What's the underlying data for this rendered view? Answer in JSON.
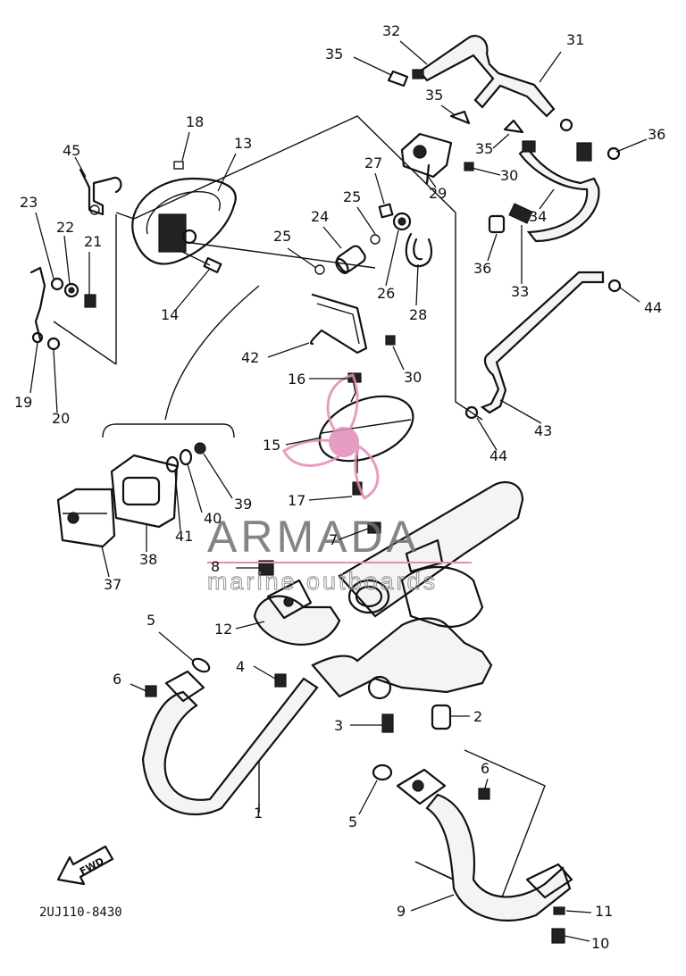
{
  "diagram": {
    "drawing_code": "2UJ110-8430",
    "fwd_label": "FWD",
    "colors": {
      "watermark_pink": "#e38bb8",
      "watermark_gray": "#6e6e6e",
      "ink": "#111111"
    }
  },
  "watermark": {
    "title": "ARMADA",
    "subtitle": "marine outboards"
  },
  "callouts": [
    {
      "id": "c32",
      "label": "32"
    },
    {
      "id": "c31",
      "label": "31"
    },
    {
      "id": "c35a",
      "label": "35"
    },
    {
      "id": "c35b",
      "label": "35"
    },
    {
      "id": "c35c",
      "label": "35"
    },
    {
      "id": "c36a",
      "label": "36"
    },
    {
      "id": "c30a",
      "label": "30"
    },
    {
      "id": "c29",
      "label": "29"
    },
    {
      "id": "c27",
      "label": "27"
    },
    {
      "id": "c25a",
      "label": "25"
    },
    {
      "id": "c24",
      "label": "24"
    },
    {
      "id": "c25b",
      "label": "25"
    },
    {
      "id": "c26",
      "label": "26"
    },
    {
      "id": "c28",
      "label": "28"
    },
    {
      "id": "c34",
      "label": "34"
    },
    {
      "id": "c36b",
      "label": "36"
    },
    {
      "id": "c33",
      "label": "33"
    },
    {
      "id": "c44a",
      "label": "44"
    },
    {
      "id": "c43",
      "label": "43"
    },
    {
      "id": "c44b",
      "label": "44"
    },
    {
      "id": "c18",
      "label": "18"
    },
    {
      "id": "c13",
      "label": "13"
    },
    {
      "id": "c45",
      "label": "45"
    },
    {
      "id": "c23",
      "label": "23"
    },
    {
      "id": "c22",
      "label": "22"
    },
    {
      "id": "c21",
      "label": "21"
    },
    {
      "id": "c14",
      "label": "14"
    },
    {
      "id": "c19",
      "label": "19"
    },
    {
      "id": "c20",
      "label": "20"
    },
    {
      "id": "c42",
      "label": "42"
    },
    {
      "id": "c30b",
      "label": "30"
    },
    {
      "id": "c16",
      "label": "16"
    },
    {
      "id": "c15",
      "label": "15"
    },
    {
      "id": "c17",
      "label": "17"
    },
    {
      "id": "c39",
      "label": "39"
    },
    {
      "id": "c40",
      "label": "40"
    },
    {
      "id": "c41",
      "label": "41"
    },
    {
      "id": "c38",
      "label": "38"
    },
    {
      "id": "c37",
      "label": "37"
    },
    {
      "id": "c7",
      "label": "7"
    },
    {
      "id": "c8",
      "label": "8"
    },
    {
      "id": "c12",
      "label": "12"
    },
    {
      "id": "c5a",
      "label": "5"
    },
    {
      "id": "c4",
      "label": "4"
    },
    {
      "id": "c6a",
      "label": "6"
    },
    {
      "id": "c2",
      "label": "2"
    },
    {
      "id": "c3",
      "label": "3"
    },
    {
      "id": "c6b",
      "label": "6"
    },
    {
      "id": "c5b",
      "label": "5"
    },
    {
      "id": "c1",
      "label": "1"
    },
    {
      "id": "c9",
      "label": "9"
    },
    {
      "id": "c11",
      "label": "11"
    },
    {
      "id": "c10",
      "label": "10"
    }
  ]
}
